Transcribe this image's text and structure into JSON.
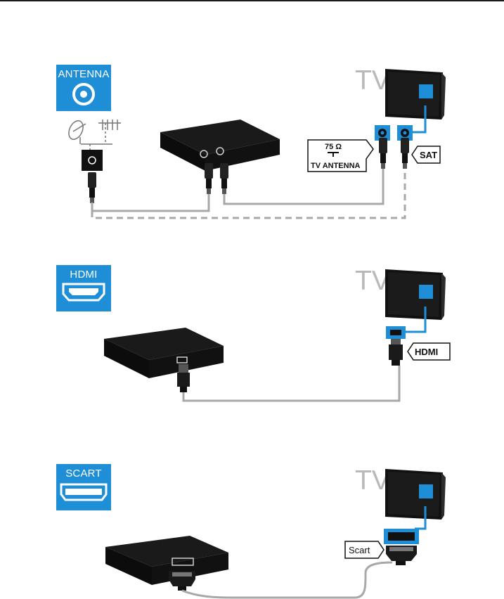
{
  "sections": [
    {
      "id": "antenna",
      "badge_label": "ANTENNA",
      "badge_icon": "antenna-connector-icon",
      "tv_label": "TV",
      "callouts": {
        "antenna_ohm": "75 Ω",
        "antenna_text": "TV ANTENNA",
        "sat": "SAT"
      }
    },
    {
      "id": "hdmi",
      "badge_label": "HDMI",
      "badge_icon": "hdmi-connector-icon",
      "tv_label": "TV",
      "callouts": {
        "hdmi": "HDMI"
      }
    },
    {
      "id": "scart",
      "badge_label": "SCART",
      "badge_icon": "scart-connector-icon",
      "tv_label": "TV",
      "callouts": {
        "scart": "Scart"
      }
    }
  ],
  "colors": {
    "accent_blue": "#1e8fd6",
    "device_black": "#111111",
    "cable_grey": "#a8a8a8",
    "tv_word_grey": "#b9b9b9"
  }
}
